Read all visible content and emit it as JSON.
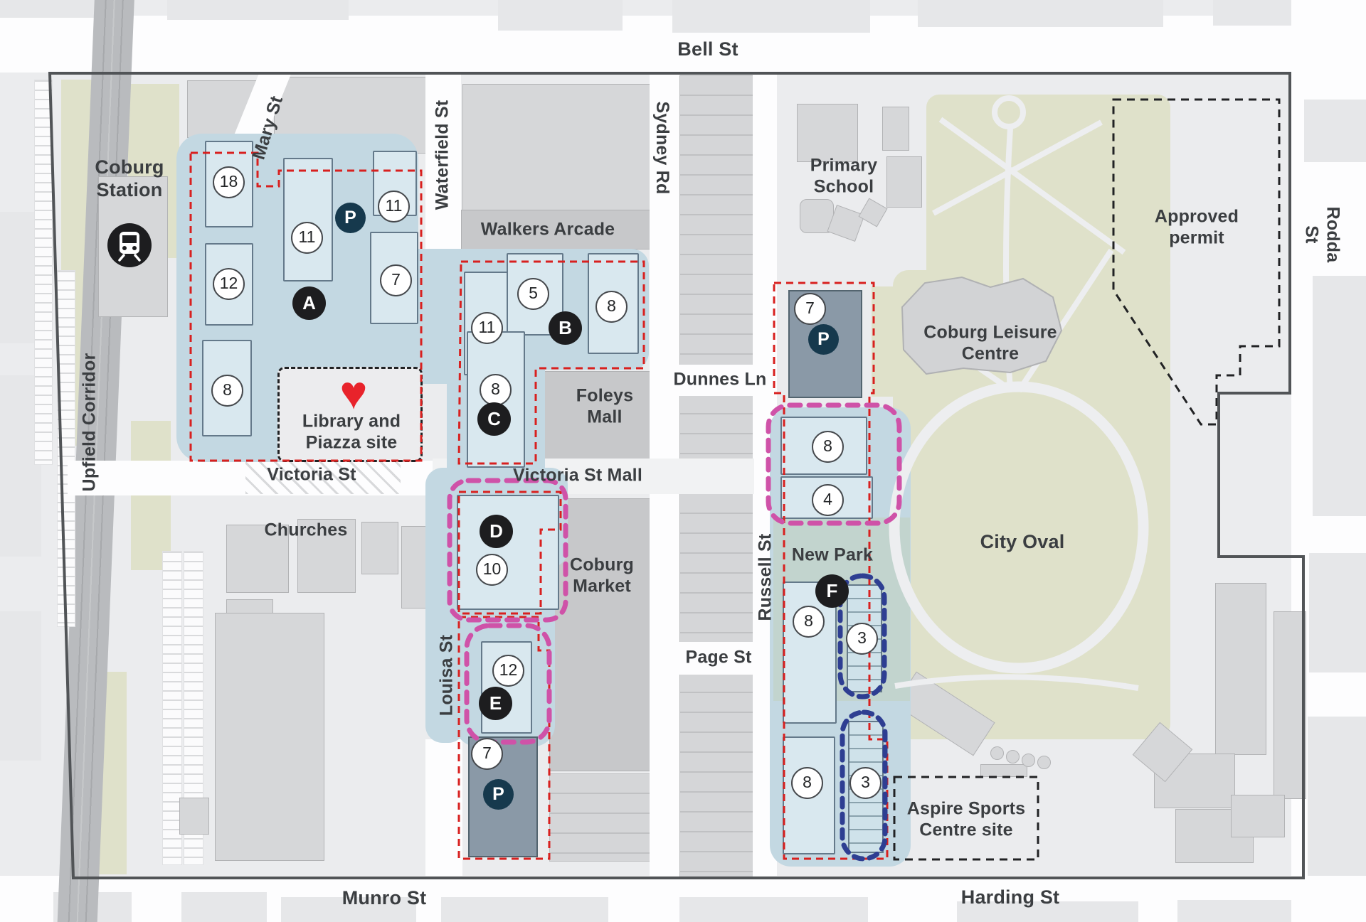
{
  "streets": {
    "bell": "Bell St",
    "munro": "Munro St",
    "harding": "Harding St",
    "rodda": "Rodda St",
    "sydney": "Sydney Rd",
    "mary": "Mary St",
    "waterfield": "Waterfield St",
    "victoria": "Victoria St",
    "victoria_mall": "Victoria St Mall",
    "louisa": "Louisa St",
    "russell": "Russell St",
    "page": "Page St",
    "dunnes": "Dunnes Ln",
    "upfield": "Upfield Corridor"
  },
  "places": {
    "station": "Coburg\nStation",
    "walkers": "Walkers Arcade",
    "foleys": "Foleys\nMall",
    "market": "Coburg\nMarket",
    "churches": "Churches",
    "school": "Primary\nSchool",
    "leisure": "Coburg Leisure\nCentre",
    "oval": "City Oval",
    "new_park": "New Park",
    "library": "Library and\nPiazza site",
    "approved": "Approved\npermit",
    "aspire": "Aspire Sports\nCentre site"
  },
  "markers": {
    "storeys": [
      "18",
      "11",
      "11",
      "7",
      "12",
      "8",
      "5",
      "11",
      "8",
      "8",
      "10",
      "12",
      "7",
      "7",
      "8",
      "4",
      "8",
      "3",
      "8",
      "3"
    ],
    "letters": [
      "A",
      "B",
      "C",
      "D",
      "E",
      "F"
    ],
    "parking_label": "P"
  },
  "icons": {
    "heart": "♥"
  },
  "colors": {
    "site_fill": "#c3d8e2",
    "red_dash": "#d8201f",
    "pink_dash": "#cf52a8",
    "blue_dash": "#2e3e92",
    "navy_parking": "#16394d",
    "black_badge": "#1d1d1f",
    "heart_red": "#e8232b",
    "park_green": "#dfe1ca",
    "new_park_green": "#c2d4ce",
    "boundary": "#515457"
  }
}
